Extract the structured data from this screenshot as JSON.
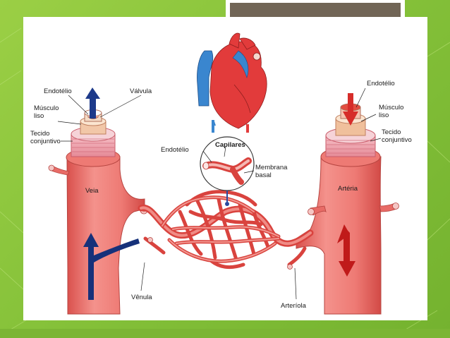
{
  "labels": {
    "endotelio_left": "Endotélio",
    "valvula": "Válvula",
    "musculo_left_1": "Músculo",
    "musculo_left_2": "liso",
    "tecido_left_1": "Tecido",
    "tecido_left_2": "conjuntivo",
    "veia": "Veia",
    "venula": "Vênula",
    "endotelio_center": "Endotélio",
    "capilares": "Capilares",
    "membrana_1": "Membrana",
    "membrana_2": "basal",
    "endotelio_right": "Endotélio",
    "musculo_right_1": "Músculo",
    "musculo_right_2": "liso",
    "tecido_right_1": "Tecido",
    "tecido_right_2": "conjuntivo",
    "arteria": "Artéria",
    "arteriola": "Arteríola"
  },
  "colors": {
    "vessel": "#ec6a66",
    "vessel_dark": "#c8403c",
    "vein_arrow": "#16317a",
    "heart_red": "#e23b3b",
    "heart_blue": "#3a86cf"
  }
}
